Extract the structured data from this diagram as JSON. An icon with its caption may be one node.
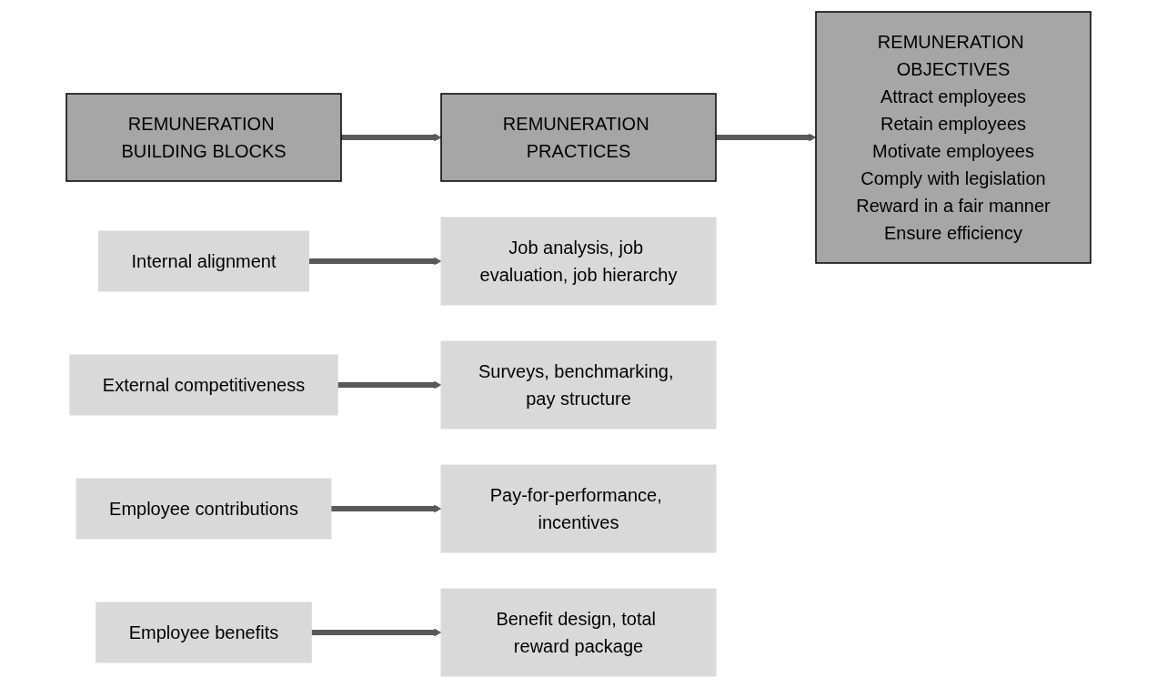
{
  "diagram": {
    "nodes": [
      {
        "text": [
          "REMUNERATION BUILDING BLOCKS"
        ]
      },
      {
        "text": [
          "REMUNERATION PRACTICES"
        ]
      },
      {
        "text": [
          "REMUNERATION OBJECTIVES",
          "Attract employees",
          "Retain employees",
          "Motivate employees",
          "Comply with legislation",
          "Reward in a fair manner",
          "Ensure efficiency"
        ]
      },
      {
        "text": [
          "Internal alignment"
        ]
      },
      {
        "text": [
          "Job analysis, job evaluation, job hierarchy"
        ]
      },
      {
        "text": [
          "External competitiveness"
        ]
      },
      {
        "text": [
          "Surveys, benchmarking, pay structure"
        ]
      },
      {
        "text": [
          "Employee contributions"
        ]
      },
      {
        "text": [
          "Pay-for-performance, incentives"
        ]
      },
      {
        "text": [
          "Employee benefits"
        ]
      },
      {
        "text": [
          "Benefit design, total reward package"
        ]
      }
    ],
    "edges": [
      {
        "from": 0,
        "to": 1,
        "arrow": "to"
      },
      {
        "from": 1,
        "to": 2,
        "arrow": "to"
      },
      {
        "from": 3,
        "to": 4,
        "arrow": "to"
      },
      {
        "from": 5,
        "to": 6,
        "arrow": "to"
      },
      {
        "from": 7,
        "to": 8,
        "arrow": "to"
      },
      {
        "from": 9,
        "to": 10,
        "arrow": "to"
      }
    ]
  }
}
